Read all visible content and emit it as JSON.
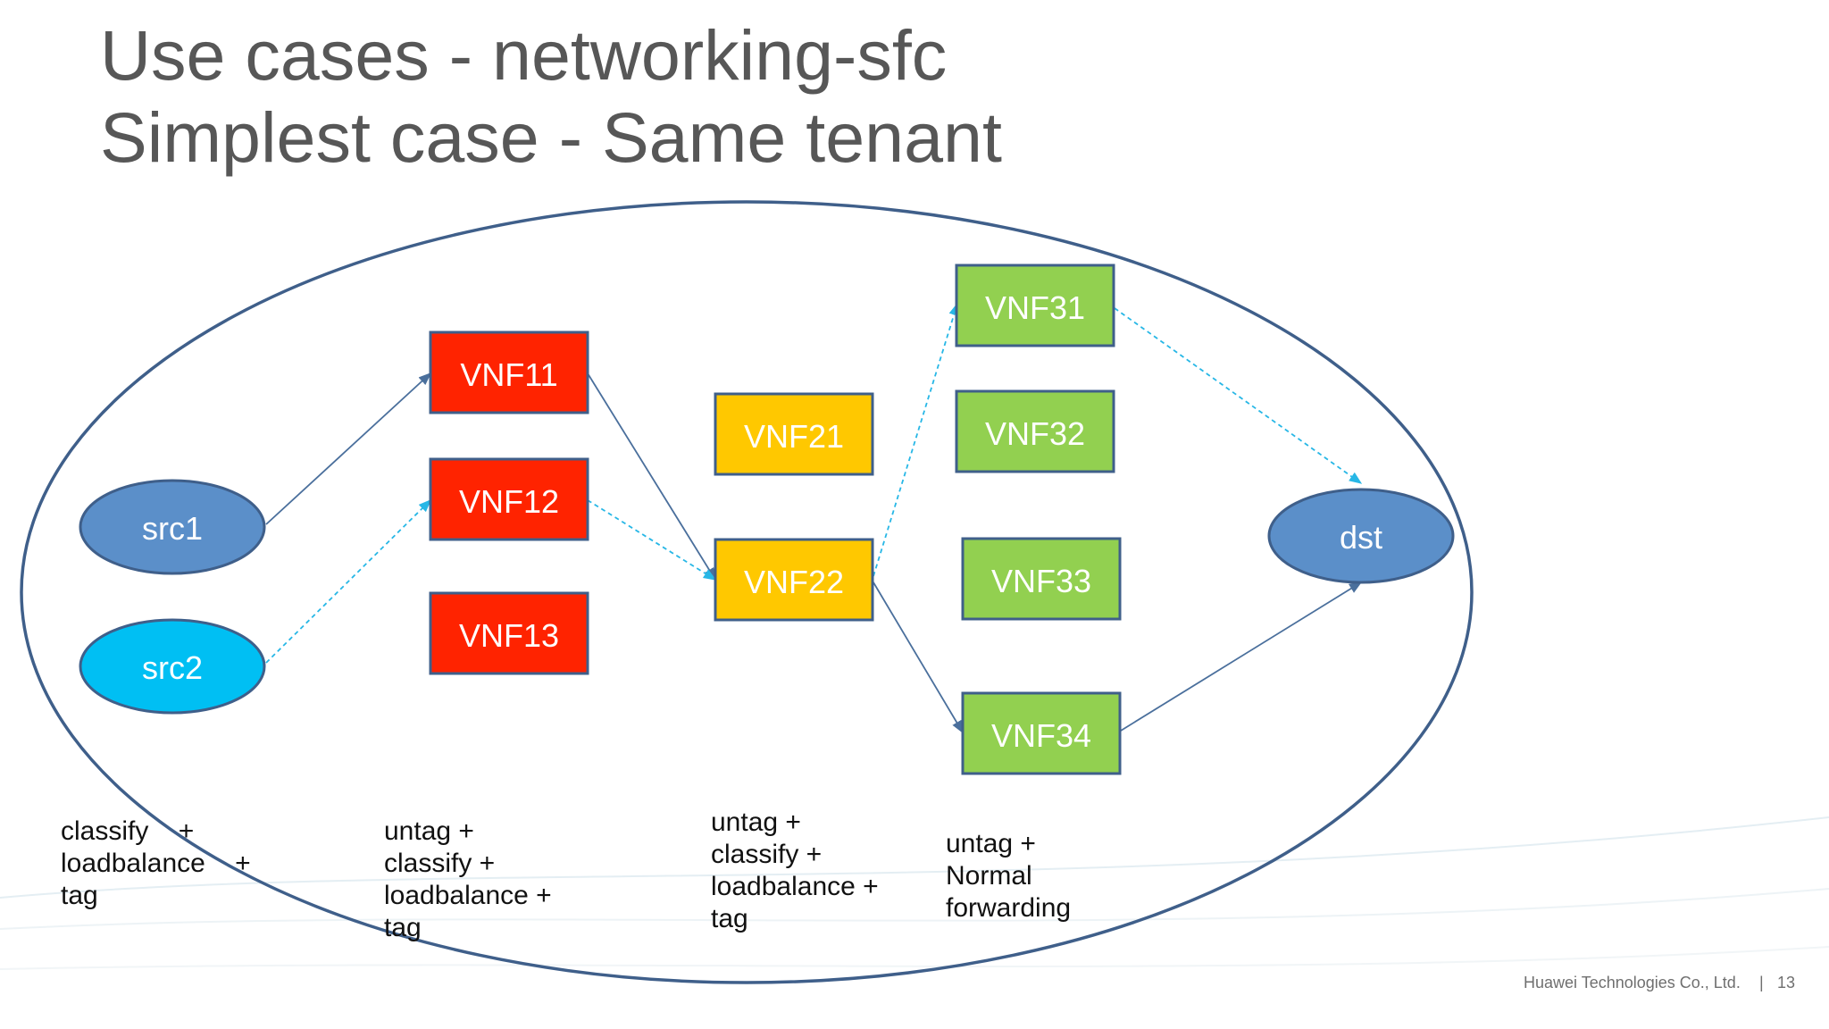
{
  "slide": {
    "title_line1": "Use cases - networking-sfc",
    "title_line2": "Simplest case - Same tenant"
  },
  "colors": {
    "title": "#575757",
    "src1_fill": "#5b8fc9",
    "src2_fill": "#00bff3",
    "dst_fill": "#5b8fc9",
    "vnf1_fill": "#ff2300",
    "vnf2_fill": "#ffc800",
    "vnf3_fill": "#92d050",
    "boundary": "#3f5f8a",
    "solid_arrow": "#4a6f9c",
    "dashed_arrow": "#27b7e6"
  },
  "nodes": {
    "src1": "src1",
    "src2": "src2",
    "dst": "dst",
    "vnf11": "VNF11",
    "vnf12": "VNF12",
    "vnf13": "VNF13",
    "vnf21": "VNF21",
    "vnf22": "VNF22",
    "vnf31": "VNF31",
    "vnf32": "VNF32",
    "vnf33": "VNF33",
    "vnf34": "VNF34"
  },
  "edges": [
    {
      "from": "src1",
      "to": "VNF11",
      "style": "solid"
    },
    {
      "from": "src2",
      "to": "VNF12",
      "style": "dashed"
    },
    {
      "from": "VNF11",
      "to": "VNF22",
      "style": "solid"
    },
    {
      "from": "VNF12",
      "to": "VNF22",
      "style": "dashed"
    },
    {
      "from": "VNF22",
      "to": "VNF31",
      "style": "dashed"
    },
    {
      "from": "VNF22",
      "to": "VNF34",
      "style": "solid"
    },
    {
      "from": "VNF31",
      "to": "dst",
      "style": "dashed"
    },
    {
      "from": "VNF34",
      "to": "dst",
      "style": "solid"
    }
  ],
  "annotations": {
    "source": "classify    +\nloadbalance    +\ntag",
    "stage1": "untag +\nclassify +\nloadbalance +\ntag",
    "stage2": "untag +\nclassify +\nloadbalance +\ntag",
    "stage3": "untag +\nNormal\nforwarding"
  },
  "footer": {
    "company": "Huawei Technologies Co., Ltd.",
    "separator": "|",
    "page_number": "13"
  }
}
